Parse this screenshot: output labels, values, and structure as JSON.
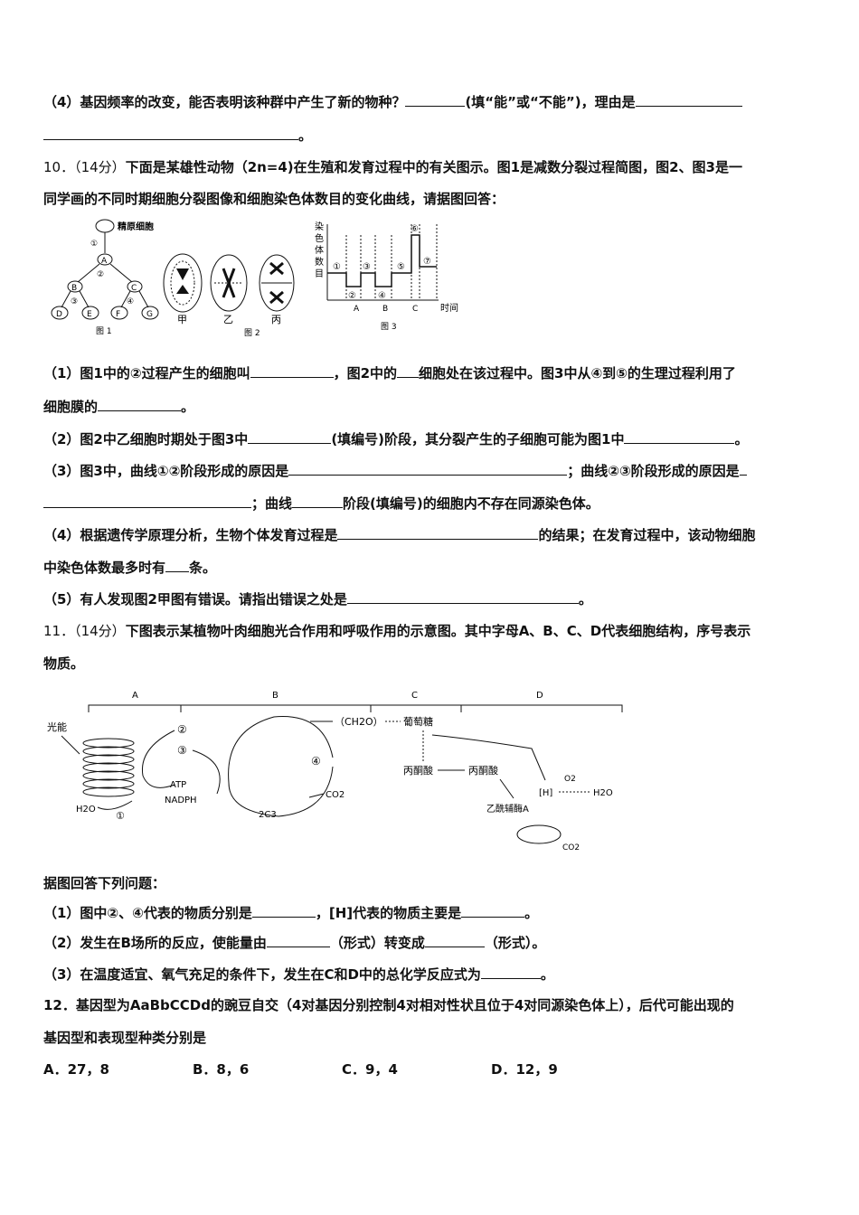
{
  "q9": {
    "part4_a": "（4）基因频率的改变，能否表明该种群中产生了新的物种？",
    "part4_b": "(填“能”或“不能”)，理由是",
    "end": "。"
  },
  "q10": {
    "num": "10．",
    "score": "（14分）",
    "intro_a": "下面是某雄性动物（2n=4)在生殖和发育过程中的有关图示。图1是减数分裂过程简图，图2、图3是一",
    "intro_b": "同学画的不同时期细胞分裂图像和细胞染色体数目的变化曲线，请据图回答：",
    "fig1": {
      "title": "精原细胞",
      "nodes": [
        "A",
        "B",
        "C",
        "D",
        "E",
        "F",
        "G"
      ],
      "steps": [
        "①",
        "②",
        "③",
        "④"
      ],
      "caption": "图 1"
    },
    "fig2": {
      "labels": [
        "甲",
        "乙",
        "丙"
      ],
      "caption": "图 2"
    },
    "fig3": {
      "ylabel": [
        "染",
        "色",
        "体",
        "数",
        "目"
      ],
      "stages": [
        "①",
        "②",
        "③",
        "④",
        "⑤",
        "⑥",
        "⑦"
      ],
      "xticks": [
        "A",
        "B",
        "C"
      ],
      "xlabel": "时间",
      "caption": "图 3"
    },
    "p1_a": "（1）图1中的②过程产生的细胞叫",
    "p1_b": "，图2中的",
    "p1_c": "细胞处在该过程中。图3中从④到⑤的生理过程利用了",
    "p1_d": "细胞膜的",
    "p1_e": "。",
    "p2_a": "（2）图2中乙细胞时期处于图3中",
    "p2_b": "(填编号)阶段，其分裂产生的子细胞可能为图1中",
    "p2_c": "。",
    "p3_a": "（3）图3中，曲线①②阶段形成的原因是",
    "p3_b": "；曲线②③阶段形成的原因是",
    "p3_c": "；曲线",
    "p3_d": "阶段(填编号)的细胞内不存在同源染色体。",
    "p4_a": "（4）根据遗传学原理分析，生物个体发育过程是",
    "p4_b": "的结果；在发育过程中，该动物细胞",
    "p4_c": "中染色体数最多时有",
    "p4_d": "条。",
    "p5_a": "（5）有人发现图2甲图有错误。请指出错误之处是",
    "p5_b": "。"
  },
  "q11": {
    "num": "11．",
    "score": "（14分）",
    "intro_a": "下图表示某植物叶肉细胞光合作用和呼吸作用的示意图。其中字母A、B、C、D代表细胞结构，序号表示",
    "intro_b": "物质。",
    "diagram": {
      "sections": [
        "A",
        "B",
        "C",
        "D"
      ],
      "light": "光能",
      "h2o_in": "H2O",
      "circ1": "①",
      "circ2": "②",
      "circ3": "③",
      "circ4": "④",
      "atp": "ATP",
      "nadph": "NADPH",
      "c3": "2C3",
      "co2_in": "CO2",
      "ch2o": "（CH2O）",
      "glucose": "葡萄糖",
      "pyruvate1": "丙酮酸",
      "pyruvate2": "丙酮酸",
      "h": "[H]",
      "o2": "O2",
      "h2o_out": "H2O",
      "acoa": "乙酰辅酶A",
      "co2_out": "CO2"
    },
    "lead": "据图回答下列问题：",
    "p1_a": "（1）图中②、④代表的物质分别是",
    "p1_b": "，[H]代表的物质主要是",
    "p1_c": "。",
    "p2_a": "（2）发生在B场所的反应，使能量由",
    "p2_b": "（形式）转变成",
    "p2_c": "（形式）。",
    "p3_a": "（3）在温度适宜、氧气充足的条件下，发生在C和D中的总化学反应式为",
    "p3_b": "。"
  },
  "q12": {
    "line_a": "12．基因型为AaBbCCDd的豌豆自交（4对基因分别控制4对相对性状且位于4对同源染色体上），后代可能出现的",
    "line_b": "基因型和表现型种类分别是",
    "choices": [
      "A．27，8",
      "B．8，6",
      "C．9，4",
      "D．12，9"
    ]
  }
}
